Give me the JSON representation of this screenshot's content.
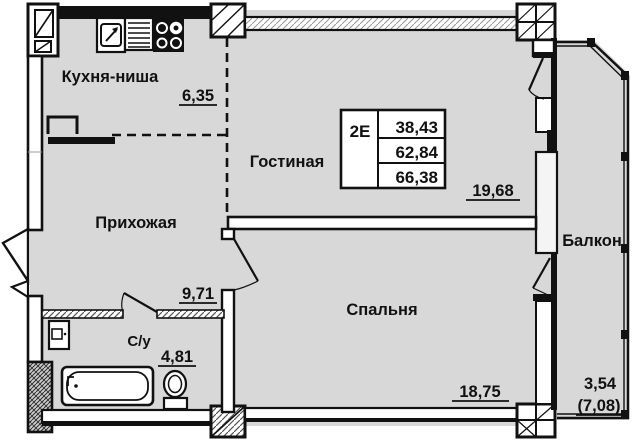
{
  "plan_title": "apartment-floor-plan",
  "rooms": {
    "kitchen": {
      "label": "Кухня-ниша",
      "area": "6,35"
    },
    "living": {
      "label": "Гостиная",
      "area": "19,68"
    },
    "hallway": {
      "label": "Прихожая",
      "area": "9,71"
    },
    "bedroom": {
      "label": "Спальня",
      "area": "18,75"
    },
    "bathroom": {
      "label": "С/у",
      "area": "4,81"
    },
    "balcony": {
      "label": "Балкон",
      "area": "3,54",
      "area_full": "(7,08)"
    }
  },
  "legend": {
    "type_label": "2Е",
    "values": [
      "38,43",
      "62,84",
      "66,38"
    ]
  },
  "colors": {
    "floor": "#d8d8d8",
    "wall": "#111111",
    "background": "#ffffff"
  }
}
